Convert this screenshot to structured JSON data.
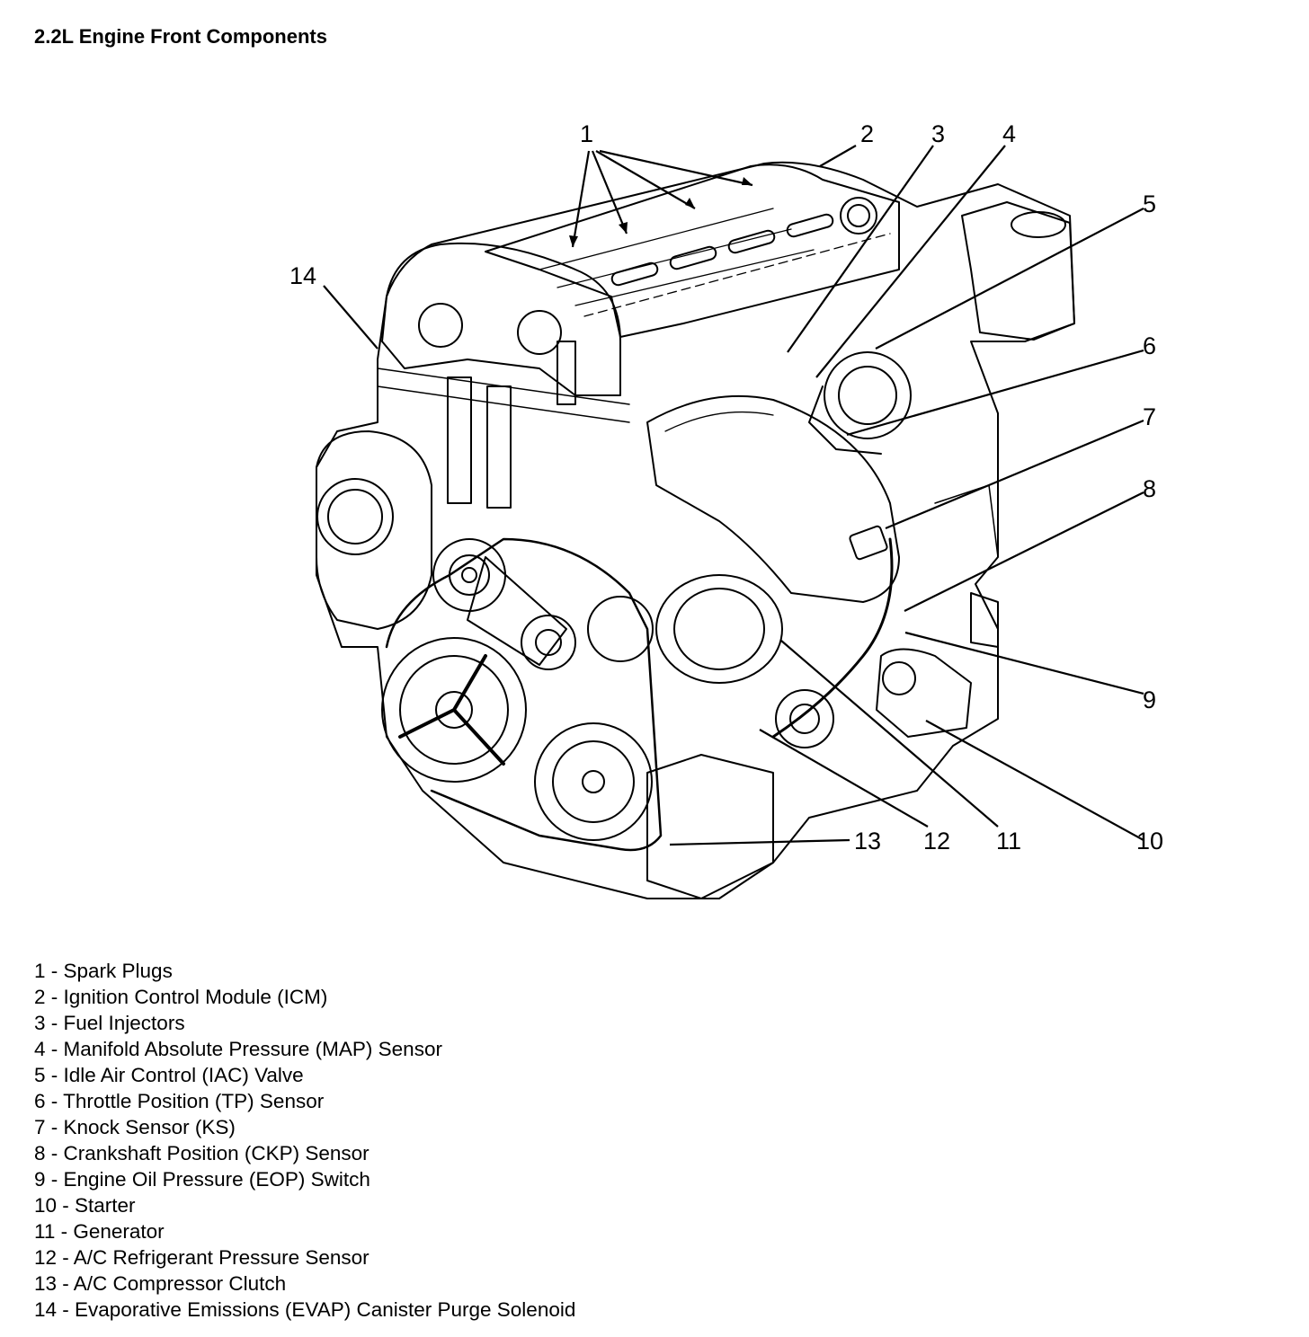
{
  "title": "2.2L Engine Front Components",
  "callouts": [
    "1",
    "2",
    "3",
    "4",
    "5",
    "6",
    "7",
    "8",
    "9",
    "10",
    "11",
    "12",
    "13",
    "14"
  ],
  "legend": [
    "1 - Spark Plugs",
    "2 - Ignition Control Module (ICM)",
    "3 - Fuel Injectors",
    "4 - Manifold Absolute Pressure (MAP) Sensor",
    "5 - Idle Air Control (IAC) Valve",
    "6 - Throttle Position (TP) Sensor",
    "7 - Knock Sensor (KS)",
    "8 - Crankshaft Position (CKP) Sensor",
    "9 - Engine Oil Pressure (EOP) Switch",
    "10 - Starter",
    "11 - Generator",
    "12 - A/C Refrigerant Pressure Sensor",
    "13 - A/C Compressor Clutch",
    "14 - Evaporative Emissions (EVAP) Canister Purge Solenoid"
  ]
}
